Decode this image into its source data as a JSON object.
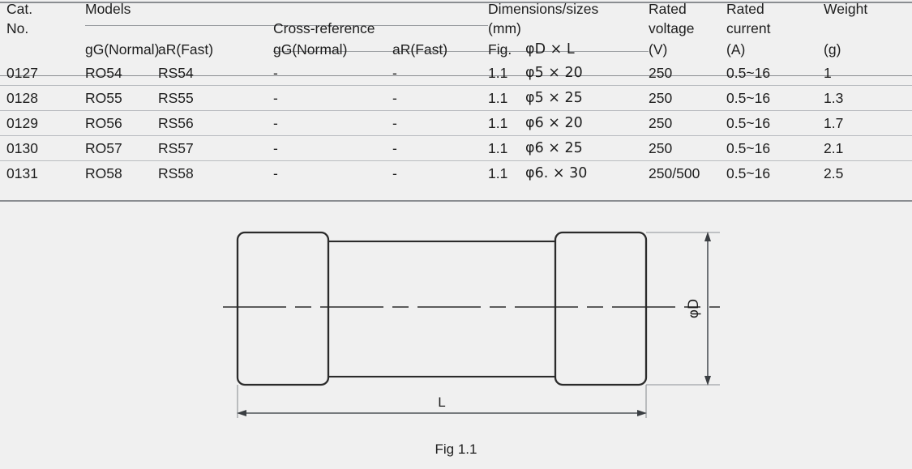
{
  "table": {
    "headers": {
      "cat_no_line1": "Cat.",
      "cat_no_line2": "No.",
      "models": "Models",
      "cross_reference": "Cross-reference",
      "dimensions_line1": "Dimensions/sizes",
      "dimensions_line2": "(mm)",
      "rated_voltage_line1": "Rated",
      "rated_voltage_line2": "voltage",
      "rated_voltage_line3": "(V)",
      "rated_current_line1": "Rated",
      "rated_current_line2": "current",
      "rated_current_line3": "(A)",
      "weight_line1": "Weight",
      "weight_line2": "(g)",
      "sub_gg_models": "gG(Normal)",
      "sub_ar_models": "aR(Fast)",
      "sub_gg_cross": "gG(Normal)",
      "sub_ar_cross": "aR(Fast)",
      "sub_fig": "Fig.",
      "sub_dia_len": "φD × L"
    },
    "rows": [
      {
        "cat_no": "0127",
        "model_gg": "RO54",
        "model_ar": "RS54",
        "cross_gg": "-",
        "cross_ar": "-",
        "fig": "1.1",
        "dimensions": "φ5 × 20",
        "rated_voltage": "250",
        "rated_current": "0.5~16",
        "weight": "1"
      },
      {
        "cat_no": "0128",
        "model_gg": "RO55",
        "model_ar": "RS55",
        "cross_gg": "-",
        "cross_ar": "-",
        "fig": "1.1",
        "dimensions": "φ5 × 25",
        "rated_voltage": "250",
        "rated_current": "0.5~16",
        "weight": "1.3"
      },
      {
        "cat_no": "0129",
        "model_gg": "RO56",
        "model_ar": "RS56",
        "cross_gg": "-",
        "cross_ar": "-",
        "fig": "1.1",
        "dimensions": "φ6 × 20",
        "rated_voltage": "250",
        "rated_current": "0.5~16",
        "weight": "1.7"
      },
      {
        "cat_no": "0130",
        "model_gg": "RO57",
        "model_ar": "RS57",
        "cross_gg": "-",
        "cross_ar": "-",
        "fig": "1.1",
        "dimensions": "φ6 × 25",
        "rated_voltage": "250",
        "rated_current": "0.5~16",
        "weight": "2.1"
      },
      {
        "cat_no": "0131",
        "model_gg": "RO58",
        "model_ar": "RS58",
        "cross_gg": "-",
        "cross_ar": "-",
        "fig": "1.1",
        "dimensions": "φ6. × 30",
        "rated_voltage": "250/500",
        "rated_current": "0.5~16",
        "weight": "2.5"
      }
    ]
  },
  "figure": {
    "caption": "Fig 1.1",
    "dimension_length_label": "L",
    "dimension_diameter_label": "φD"
  },
  "colors": {
    "background": "#f0f0f0",
    "text": "#1d1d1d",
    "rule_major": "#8a8d91",
    "rule_minor": "#b9bcc0",
    "drawing_line": "#2b2b2b",
    "dimension_line": "#555a5f"
  }
}
